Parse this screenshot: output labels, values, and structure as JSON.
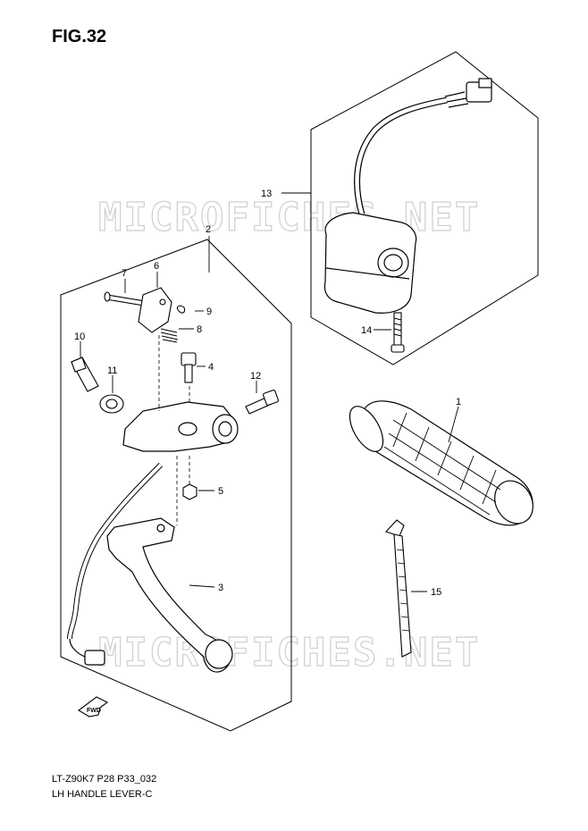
{
  "figure": {
    "title": "FIG.32",
    "model_code": "LT-Z90K7 P28 P33_032",
    "caption": "LH HANDLE LEVER-C",
    "watermark": "MICROFICHES.NET"
  },
  "callouts": [
    {
      "id": "2",
      "text": "2"
    },
    {
      "id": "7",
      "text": "7"
    },
    {
      "id": "6",
      "text": "6"
    },
    {
      "id": "9",
      "text": "9"
    },
    {
      "id": "8",
      "text": "8"
    },
    {
      "id": "10",
      "text": "10"
    },
    {
      "id": "4",
      "text": "4"
    },
    {
      "id": "11",
      "text": "11"
    },
    {
      "id": "12",
      "text": "12"
    },
    {
      "id": "5",
      "text": "5"
    },
    {
      "id": "3",
      "text": "3"
    },
    {
      "id": "13",
      "text": "13"
    },
    {
      "id": "14",
      "text": "14"
    },
    {
      "id": "1",
      "text": "1"
    },
    {
      "id": "15",
      "text": "15"
    }
  ],
  "direction_marker": "FWD",
  "colors": {
    "line": "#000000",
    "watermark": "#cfcfcf"
  }
}
